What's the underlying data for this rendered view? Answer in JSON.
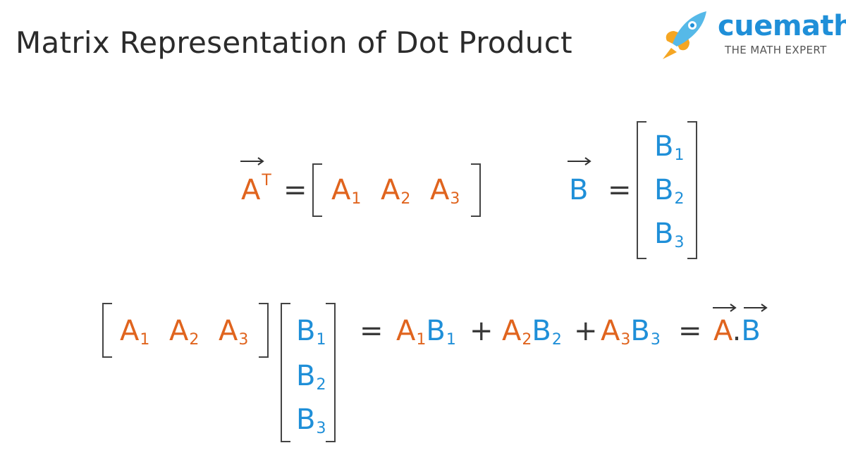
{
  "title": "Matrix Representation of Dot Product",
  "logo": {
    "brand": "cuemath",
    "tagline": "THE MATH EXPERT",
    "icon": "rocket-icon"
  },
  "colors": {
    "a_vector": "#e0641e",
    "b_vector": "#1f8fd8",
    "text": "#2b2b2b"
  },
  "equations": {
    "a_transpose": {
      "symbol": "A",
      "superscript": "T",
      "equals": "=",
      "entries": [
        {
          "base": "A",
          "sub": "1"
        },
        {
          "base": "A",
          "sub": "2"
        },
        {
          "base": "A",
          "sub": "3"
        }
      ]
    },
    "b_vector": {
      "symbol": "B",
      "equals": "=",
      "entries": [
        {
          "base": "B",
          "sub": "1"
        },
        {
          "base": "B",
          "sub": "2"
        },
        {
          "base": "B",
          "sub": "3"
        }
      ]
    },
    "product": {
      "row": [
        {
          "base": "A",
          "sub": "1"
        },
        {
          "base": "A",
          "sub": "2"
        },
        {
          "base": "A",
          "sub": "3"
        }
      ],
      "column": [
        {
          "base": "B",
          "sub": "1"
        },
        {
          "base": "B",
          "sub": "2"
        },
        {
          "base": "B",
          "sub": "3"
        }
      ],
      "equals": "=",
      "plus": "+",
      "terms": [
        {
          "a": "A",
          "a_sub": "1",
          "b": "B",
          "b_sub": "1"
        },
        {
          "a": "A",
          "a_sub": "2",
          "b": "B",
          "b_sub": "2"
        },
        {
          "a": "A",
          "a_sub": "3",
          "b": "B",
          "b_sub": "3"
        }
      ],
      "result": {
        "a": "A",
        "dot": ".",
        "b": "B"
      }
    }
  }
}
